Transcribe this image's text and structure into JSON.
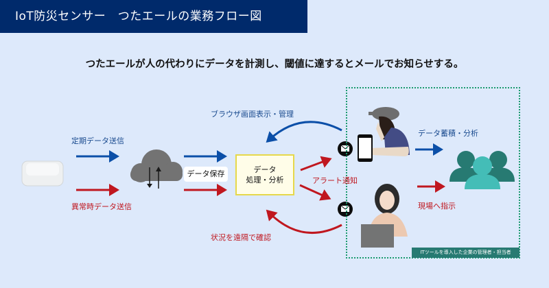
{
  "header": {
    "title": "IoT防災センサー　つたエールの業務フロー図",
    "subtitle": "つたエールが人の代わりにデータを計測し、閾値に達するとメールでお知らせする。"
  },
  "flow": {
    "periodic_send": "定期データ送信",
    "abnormal_send": "異常時データ送信",
    "data_store": "データ保存",
    "process_line1": "データ",
    "process_line2": "処理・分析",
    "browser_view": "ブラウザ画面表示・管理",
    "alert_notify": "アラート通知",
    "remote_check": "状況を遠隔で確認",
    "data_accumulate": "データ蓄積・分析",
    "field_instruction": "現場へ指示",
    "it_group_label": "ITツールを導入した企業の管理者・担当者"
  },
  "colors": {
    "header_bg": "#002a6b",
    "background": "#dde9fb",
    "blue_arrow": "#0b4fa8",
    "red_arrow": "#c0171f",
    "group_frame": "#1a9a6e",
    "team_dark": "#277a72",
    "team_light": "#44bdb7"
  }
}
